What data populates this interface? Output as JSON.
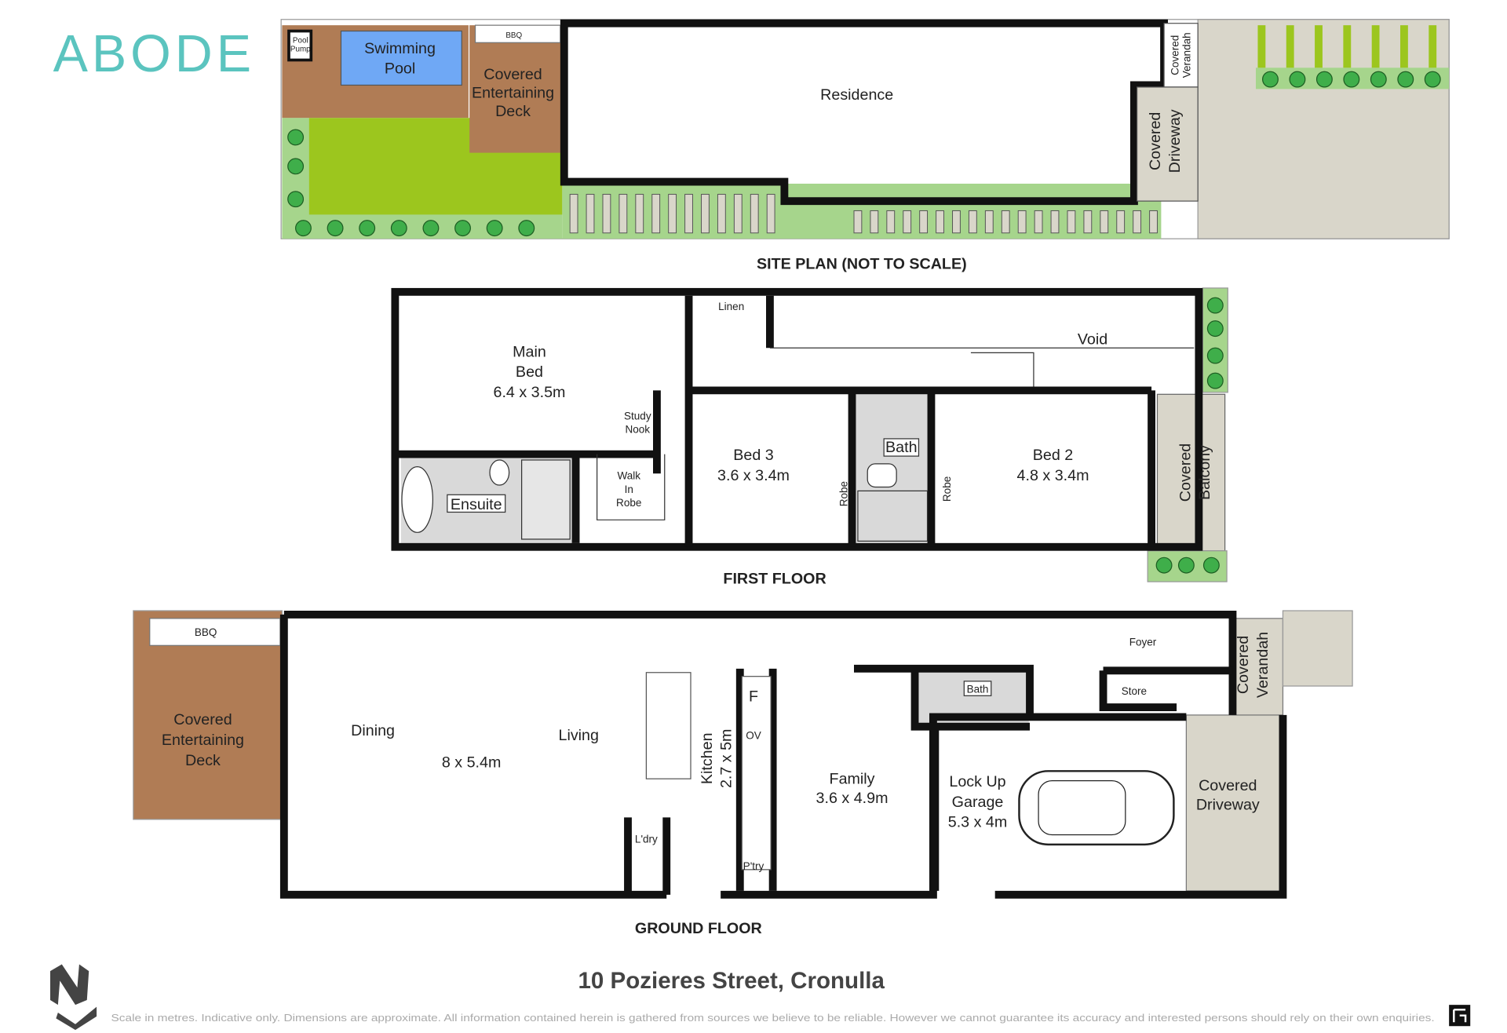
{
  "brand": {
    "logo": "ABODE",
    "color": "#5bc4bf"
  },
  "colors": {
    "deck": "#b07c55",
    "pool": "#6fa8f5",
    "lawn": "#9cc61e",
    "garden": "#a6d58c",
    "paving": "#d9d6ca",
    "tile": "#d9d9d9",
    "wall": "#111111"
  },
  "site_plan": {
    "title": "SITE PLAN (NOT TO SCALE)",
    "pool_pump": [
      "Pool",
      "Pump"
    ],
    "pool": [
      "Swimming",
      "Pool"
    ],
    "bbq": "BBQ",
    "deck": [
      "Covered",
      "Entertaining",
      "Deck"
    ],
    "residence": "Residence",
    "verandah": [
      "Covered",
      "Verandah"
    ],
    "driveway": [
      "Covered",
      "Driveway"
    ]
  },
  "first_floor": {
    "title": "FIRST FLOOR",
    "main_bed": [
      "Main",
      "Bed",
      "6.4 x 3.5m"
    ],
    "linen": "Linen",
    "void": "Void",
    "study_nook": [
      "Study",
      "Nook"
    ],
    "walk_in_robe": [
      "Walk",
      "In",
      "Robe"
    ],
    "ensuite": "Ensuite",
    "bed3": [
      "Bed 3",
      "3.6 x 3.4m"
    ],
    "robe": "Robe",
    "bath": "Bath",
    "bed2": [
      "Bed 2",
      "4.8 x 3.4m"
    ],
    "balcony": [
      "Covered",
      "Balcony"
    ]
  },
  "ground_floor": {
    "title": "GROUND FLOOR",
    "bbq": "BBQ",
    "deck": [
      "Covered",
      "Entertaining",
      "Deck"
    ],
    "dining": "Dining",
    "living": "Living",
    "dining_size": "8 x 5.4m",
    "kitchen": [
      "Kitchen",
      "2.7 x 5m"
    ],
    "fridge": "F",
    "oven": "OV",
    "laundry": "L'dry",
    "pantry": "P'try",
    "family": [
      "Family",
      "3.6 x 4.9m"
    ],
    "bath": "Bath",
    "foyer": "Foyer",
    "store": "Store",
    "verandah": [
      "Covered",
      "Verandah"
    ],
    "garage": [
      "Lock Up",
      "Garage",
      "5.3 x 4m"
    ],
    "driveway": [
      "Covered",
      "Driveway"
    ]
  },
  "footer": {
    "address": "10 Pozieres Street, Cronulla",
    "disclaimer": "Scale in metres. Indicative only. Dimensions are approximate. All information contained herein is gathered from sources we believe to be reliable. However we cannot guarantee its accuracy and interested persons should rely on their own enquiries.",
    "north_icon": "north-arrow-icon",
    "badge_icon": "floorplan-badge-icon"
  }
}
